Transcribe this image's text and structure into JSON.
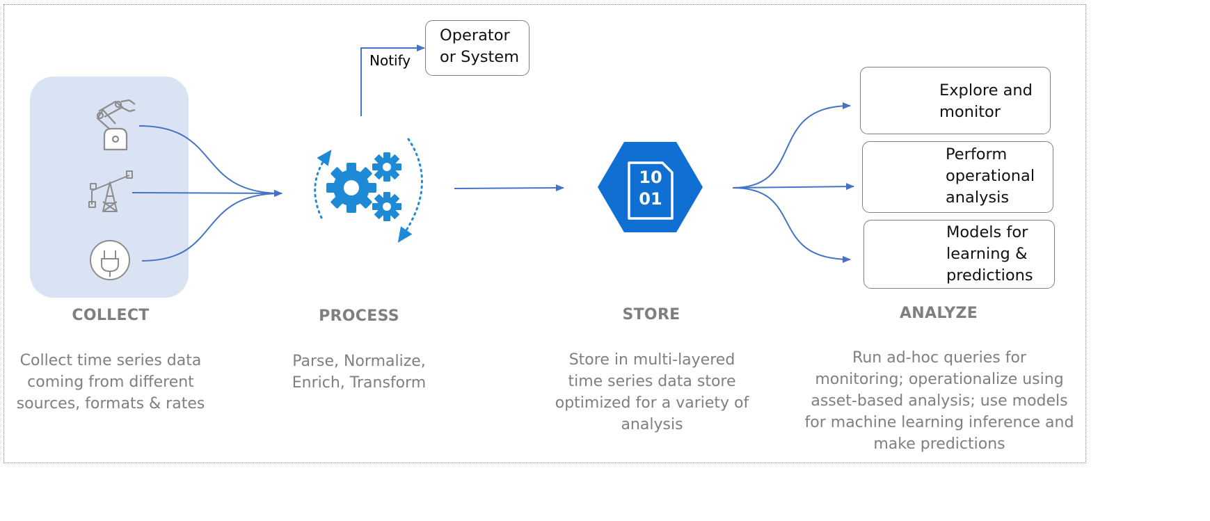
{
  "notify": {
    "label": "Notify"
  },
  "operator": {
    "label_line1": "Operator",
    "label_line2": "or System"
  },
  "analyze_boxes": [
    {
      "lines": [
        "Explore and",
        "monitor"
      ],
      "icon": "lightbulb-icon"
    },
    {
      "lines": [
        "Perform",
        "operational",
        "analysis"
      ],
      "icon": "dashboard-gear-icon"
    },
    {
      "lines": [
        "Models for",
        "learning &",
        "predictions"
      ],
      "icon": "ml-pulse-icon"
    }
  ],
  "store_icon": {
    "line1": "10",
    "line2": "01"
  },
  "stages": {
    "collect": {
      "title": "COLLECT",
      "desc": [
        "Collect time series data",
        "coming from different",
        "sources, formats & rates"
      ]
    },
    "process": {
      "title": "PROCESS",
      "desc": [
        "Parse, Normalize,",
        "Enrich, Transform"
      ]
    },
    "store": {
      "title": "STORE",
      "desc": [
        "Store in multi-layered",
        "time series data store",
        "optimized for a variety of",
        "analysis"
      ]
    },
    "analyze": {
      "title": "ANALYZE",
      "desc": [
        "Run ad-hoc queries for",
        "monitoring; operationalize using",
        "asset-based analysis; use models",
        "for machine learning inference and",
        "make predictions"
      ]
    }
  },
  "colors": {
    "arrow": "#4472c4",
    "accent": "#1e8ad6",
    "hex": "#0f6fd2",
    "collect_bg": "#dae3f3",
    "text_gray": "#7f7f7f",
    "icon_gray": "#8c8c8c",
    "gear_green": "#3aa935"
  }
}
